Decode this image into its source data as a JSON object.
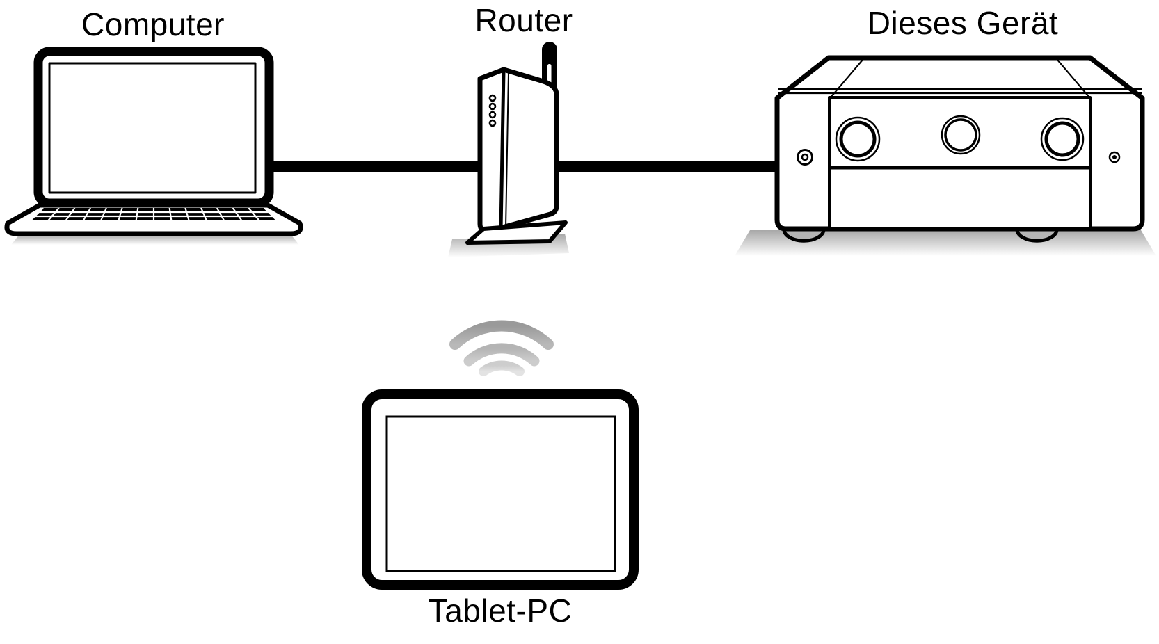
{
  "page": {
    "background": "#ffffff"
  },
  "diagram": {
    "nodes": [
      {
        "id": "computer",
        "label": "Computer",
        "type": "laptop"
      },
      {
        "id": "router",
        "label": "Router",
        "type": "wireless-router"
      },
      {
        "id": "this-device",
        "label": "Dieses Gerät",
        "type": "av-receiver"
      },
      {
        "id": "tablet",
        "label": "Tablet-PC",
        "type": "tablet"
      }
    ],
    "connections": [
      {
        "from": "computer",
        "to": "router",
        "type": "wired-lan"
      },
      {
        "from": "router",
        "to": "this-device",
        "type": "wired-lan"
      },
      {
        "from": "tablet",
        "to": "router",
        "type": "wireless"
      }
    ],
    "colors": {
      "outline": "#000000",
      "device_fill": "#ffffff",
      "wifi_signal_gray": "#b0b0b0",
      "shadow_gray": "#bdbdbd",
      "foot_gray": "#b5b5b5"
    }
  }
}
